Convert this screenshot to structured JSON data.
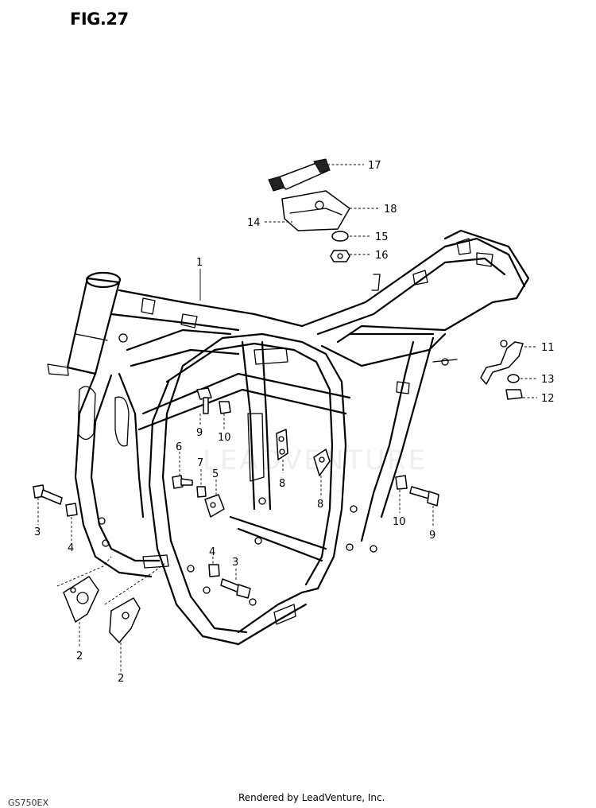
{
  "figure_title": "FIG.27",
  "footer_text": "Rendered by LeadVenture, Inc.",
  "drawing_code": "GS750EX",
  "watermark_text": "LEADVENTURE",
  "callouts": {
    "c1": "1",
    "c2a": "2",
    "c2b": "2",
    "c3a": "3",
    "c3b": "3",
    "c4a": "4",
    "c4b": "4",
    "c5": "5",
    "c6": "6",
    "c7": "7",
    "c8a": "8",
    "c8b": "8",
    "c9a": "9",
    "c9b": "9",
    "c10a": "10",
    "c10b": "10",
    "c11": "11",
    "c12": "12",
    "c13": "13",
    "c14": "14",
    "c15": "15",
    "c16": "16",
    "c17": "17",
    "c18": "18"
  }
}
